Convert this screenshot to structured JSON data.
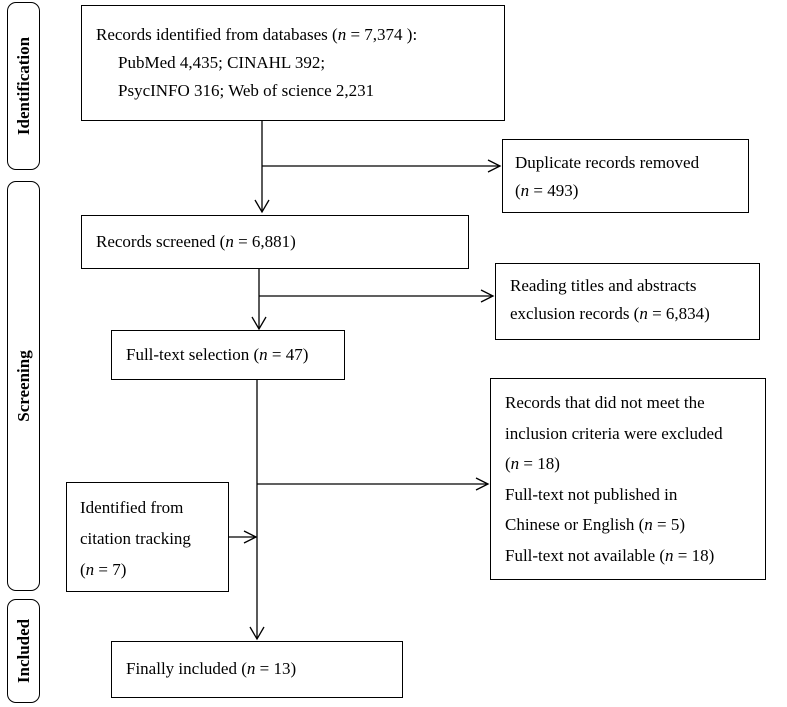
{
  "phases": {
    "identification": "Identification",
    "screening": "Screening",
    "included": "Included"
  },
  "boxes": {
    "identified": {
      "head_pre": "Records identified from databases (",
      "n": "n",
      "head_post": " = 7,374 ):",
      "line2": "PubMed 4,435; CINAHL 392;",
      "line3": "PsycINFO 316; Web of science 2,231"
    },
    "duplicates": {
      "line1": "Duplicate records removed",
      "l2_pre": "(",
      "n": "n",
      "l2_post": " = 493)"
    },
    "screened": {
      "pre": "Records screened (",
      "n": "n",
      "post": " = 6,881)"
    },
    "title_exclusion": {
      "line1": "Reading titles and abstracts",
      "l2_pre": "exclusion records (",
      "n": "n",
      "l2_post": " = 6,834)"
    },
    "fulltext": {
      "pre": "Full-text selection (",
      "n": "n",
      "post": " = 47)"
    },
    "excluded": {
      "line1": "Records that did not meet the",
      "line2": "inclusion criteria were excluded",
      "l3_pre": "(",
      "n": "n",
      "l3_post": " = 18)",
      "line4": "Full-text not published in",
      "l5_pre": "Chinese or English (",
      "l5_post": " = 5)",
      "l6_pre": "Full-text not available (",
      "l6_post": " = 18)"
    },
    "citation": {
      "line1": "Identified from",
      "line2": "citation tracking",
      "l3_pre": "(",
      "n": "n",
      "l3_post": " = 7)"
    },
    "final": {
      "pre": "Finally included (",
      "n": "n",
      "post": " = 13)"
    }
  }
}
